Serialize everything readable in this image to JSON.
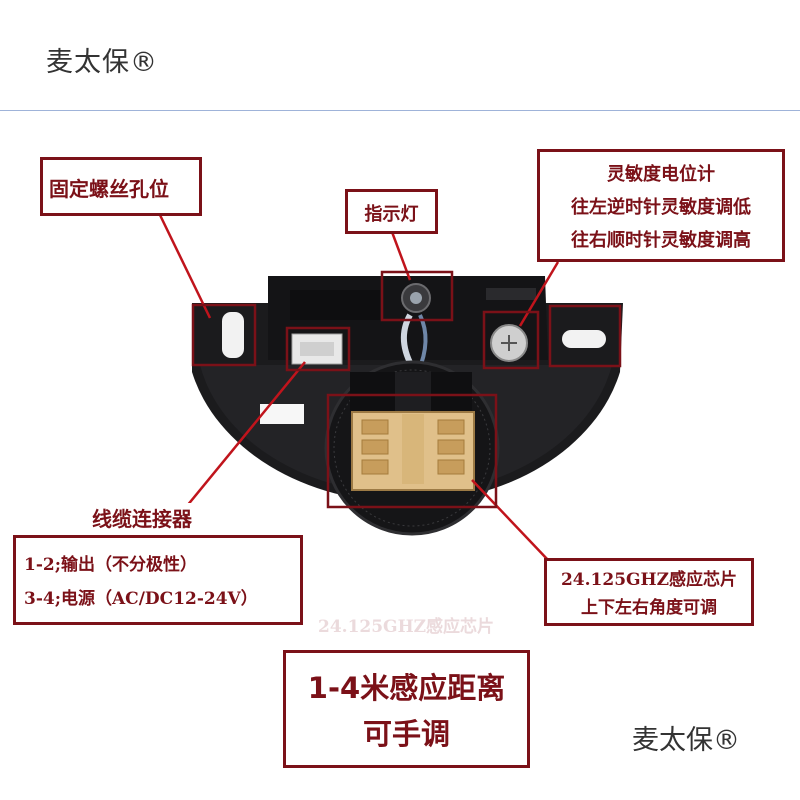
{
  "brand": {
    "watermark": "麦太保®"
  },
  "callouts": {
    "mounting_holes": "固定螺丝孔位",
    "indicator_light": "指示灯",
    "sensitivity": {
      "title": "灵敏度电位计",
      "ccw": "往左逆时针灵敏度调低",
      "cw": "往右顺时针灵敏度调高"
    },
    "connector": {
      "title": "线缆连接器",
      "pins_1_2": "1-2;输出（不分极性）",
      "pins_3_4": "3-4;电源（AC/DC12-24V）"
    },
    "chip": {
      "line1": "24.125GHZ感应芯片",
      "line2": "上下左右角度可调"
    },
    "range": {
      "line1": "1-4米感应距离",
      "line2": "可手调"
    },
    "ghost_chip_label": "24.125GHZ感应芯片"
  },
  "colors": {
    "callout_border": "#7b1118",
    "callout_text": "#7b1118",
    "leader_line": "#c0141c",
    "housing": "#1b1b1d"
  }
}
